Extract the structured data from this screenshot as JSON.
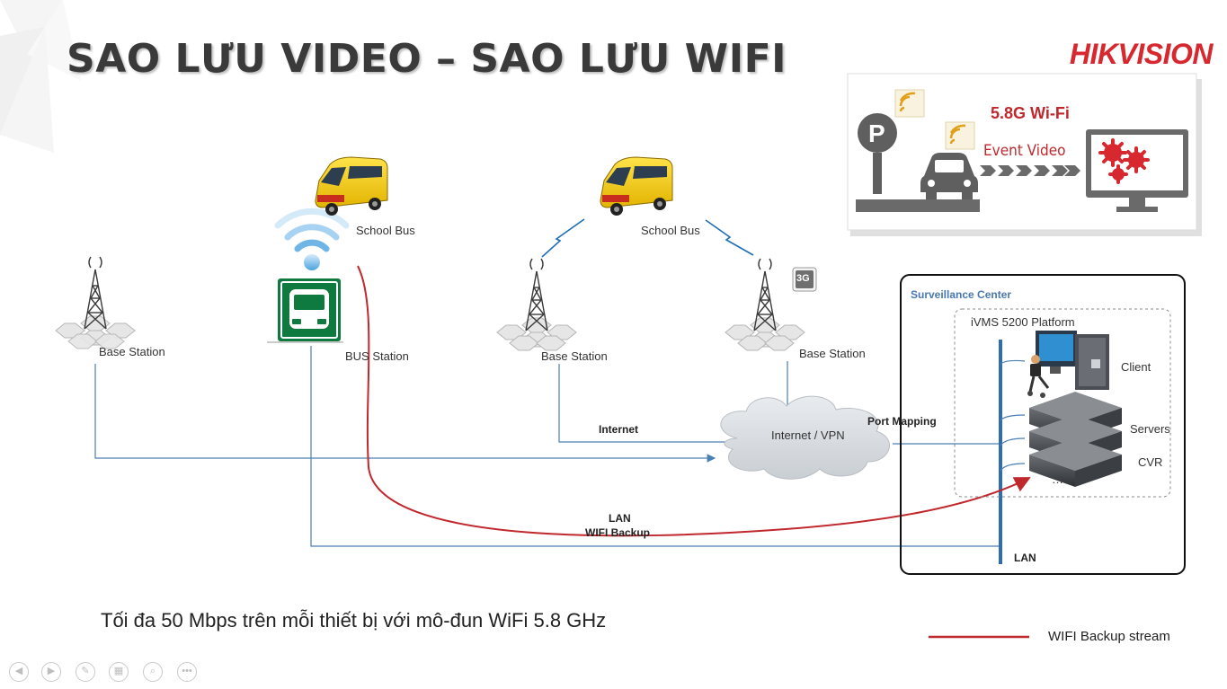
{
  "title": "SAO LƯU VIDEO – SAO LƯU WIFI",
  "logo": "HIKVISION",
  "subtitle": "Tối đa 50 Mbps trên mỗi thiết bị với mô-đun WiFi 5.8 GHz",
  "inset": {
    "wifi_label": "5.8G Wi-Fi",
    "event_label": "Event Video",
    "parking_letter": "P"
  },
  "labels": {
    "school_bus_1": "School Bus",
    "school_bus_2": "School Bus",
    "base_station_1": "Base Station",
    "bus_station": "BUS Station",
    "base_station_2": "Base Station",
    "base_station_3": "Base Station",
    "cellular_badge": "3G",
    "internet": "Internet",
    "cloud": "Internet / VPN",
    "port_mapping": "Port Mapping",
    "lan_mid": "LAN",
    "wifi_backup": "WIFI Backup",
    "lan_right": "LAN"
  },
  "surveillance": {
    "title": "Surveillance Center",
    "platform": "iVMS 5200 Platform",
    "client": "Client",
    "servers": "Servers",
    "cvr": "CVR",
    "more": "……"
  },
  "legend": {
    "label": "WIFI Backup stream",
    "color": "#c0282d"
  },
  "colors": {
    "network_line": "#4a7fb5",
    "backup_line": "#c0282d",
    "brand": "#d7282f",
    "bus_station_sign": "#0e7a3f"
  },
  "nav_icons": [
    "prev-icon",
    "next-icon",
    "pen-icon",
    "slides-icon",
    "zoom-icon",
    "more-icon"
  ]
}
